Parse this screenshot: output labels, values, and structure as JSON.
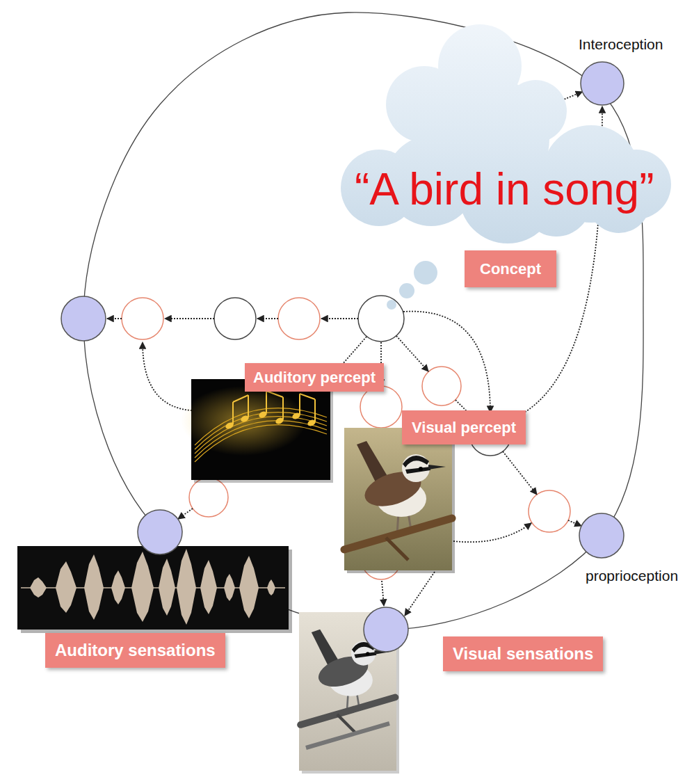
{
  "diagram": {
    "nodes": [
      {
        "text": [
          "Interoception"
        ]
      },
      {
        "text": [
          "“A bird in song”"
        ]
      },
      {
        "text": [
          "Concept"
        ]
      },
      {
        "text": [
          "Auditory percept"
        ]
      },
      {
        "text": [
          "Visual percept"
        ]
      },
      {
        "text": [
          "proprioception"
        ]
      },
      {
        "text": [
          "Auditory sensations"
        ]
      },
      {
        "text": [
          "Visual sensations"
        ]
      }
    ],
    "edges": [
      {
        "from": 1,
        "to": 0,
        "arrow": "to"
      }
    ]
  }
}
